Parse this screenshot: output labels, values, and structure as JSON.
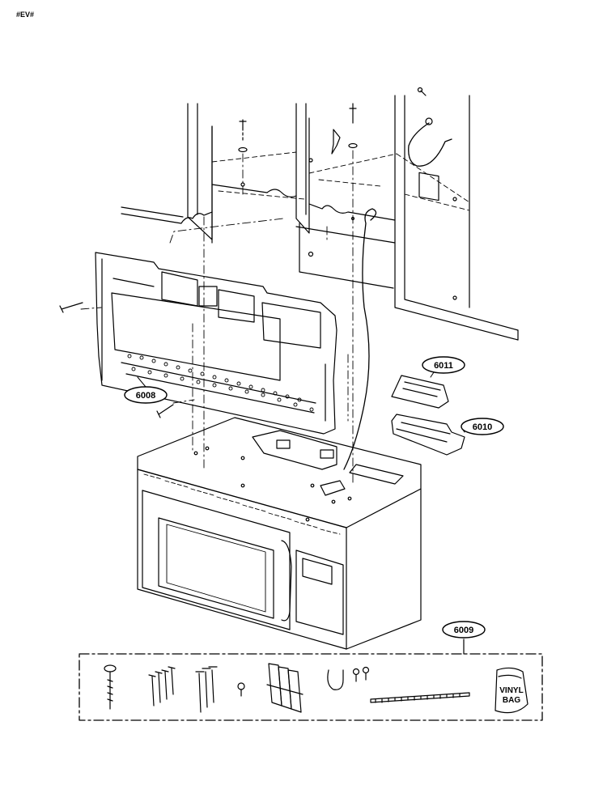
{
  "corner_tag": "#EV#",
  "callouts": {
    "wall_plate": "6008",
    "top_cabinet_plate": "6011",
    "top_cabinet_spacer": "6010",
    "hardware_kit": "6009"
  },
  "vinyl_bag": {
    "line1": "VINYL",
    "line2": "BAG"
  },
  "colors": {
    "line": "#000000",
    "background": "#ffffff"
  }
}
